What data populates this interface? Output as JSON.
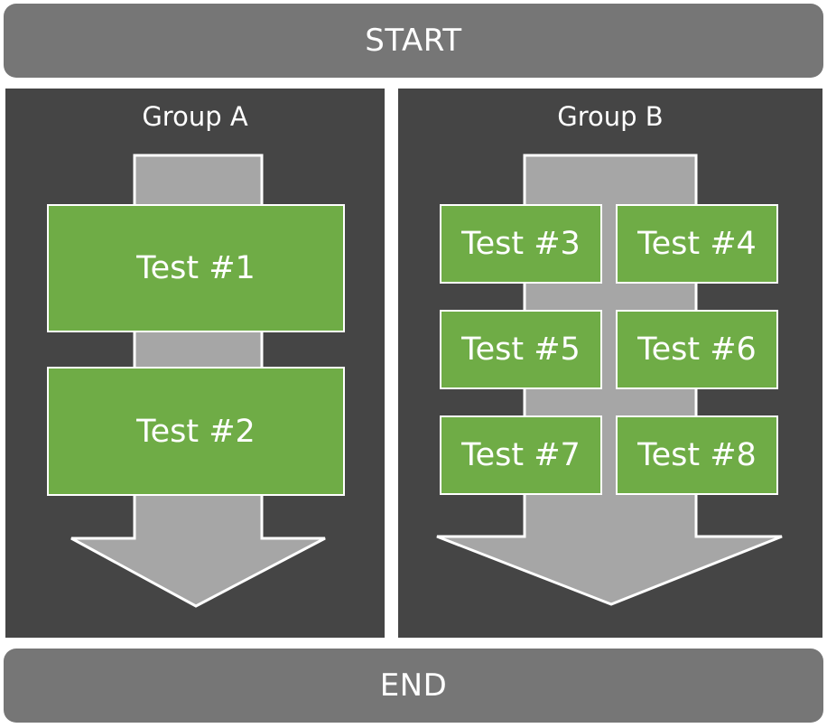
{
  "start_label": "START",
  "end_label": "END",
  "groups": [
    {
      "title": "Group A",
      "tests": [
        "Test #1",
        "Test #2"
      ]
    },
    {
      "title": "Group B",
      "tests": [
        "Test #3",
        "Test #4",
        "Test #5",
        "Test #6",
        "Test #7",
        "Test #8"
      ]
    }
  ],
  "colors": {
    "bar": "#767676",
    "panel": "#454545",
    "arrow": "#a6a6a6",
    "test_box": "#6fac46",
    "text": "#ffffff"
  }
}
